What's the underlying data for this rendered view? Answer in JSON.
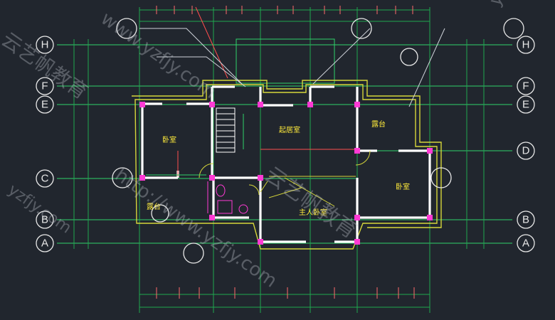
{
  "drawing": {
    "axes_left": [
      "H",
      "F",
      "E",
      "C",
      "B",
      "A"
    ],
    "axes_right": [
      "H",
      "F",
      "E",
      "D",
      "B",
      "A"
    ],
    "rooms": [
      {
        "id": "bedroom-left",
        "label": "卧室"
      },
      {
        "id": "living-room",
        "label": "起居室"
      },
      {
        "id": "balcony-right",
        "label": "露台"
      },
      {
        "id": "bedroom-right",
        "label": "卧室"
      },
      {
        "id": "balcony-left",
        "label": "露台"
      },
      {
        "id": "master-bedroom",
        "label": "主人卧室"
      }
    ],
    "watermarks": {
      "brand": "云艺帆教育",
      "url_a": "www.yzfjy.com",
      "url_b": "http://www.yzfjy.com",
      "url_c": "yzfjy.com",
      "url_d": "yzfjy.com",
      "brand_b": "云艺帆教育"
    }
  },
  "colors": {
    "background": "#21262e",
    "grid": "#2fd36b",
    "walls": "#ffffff",
    "columns": "#ff3ad4",
    "labels": "#ffeb3b"
  }
}
